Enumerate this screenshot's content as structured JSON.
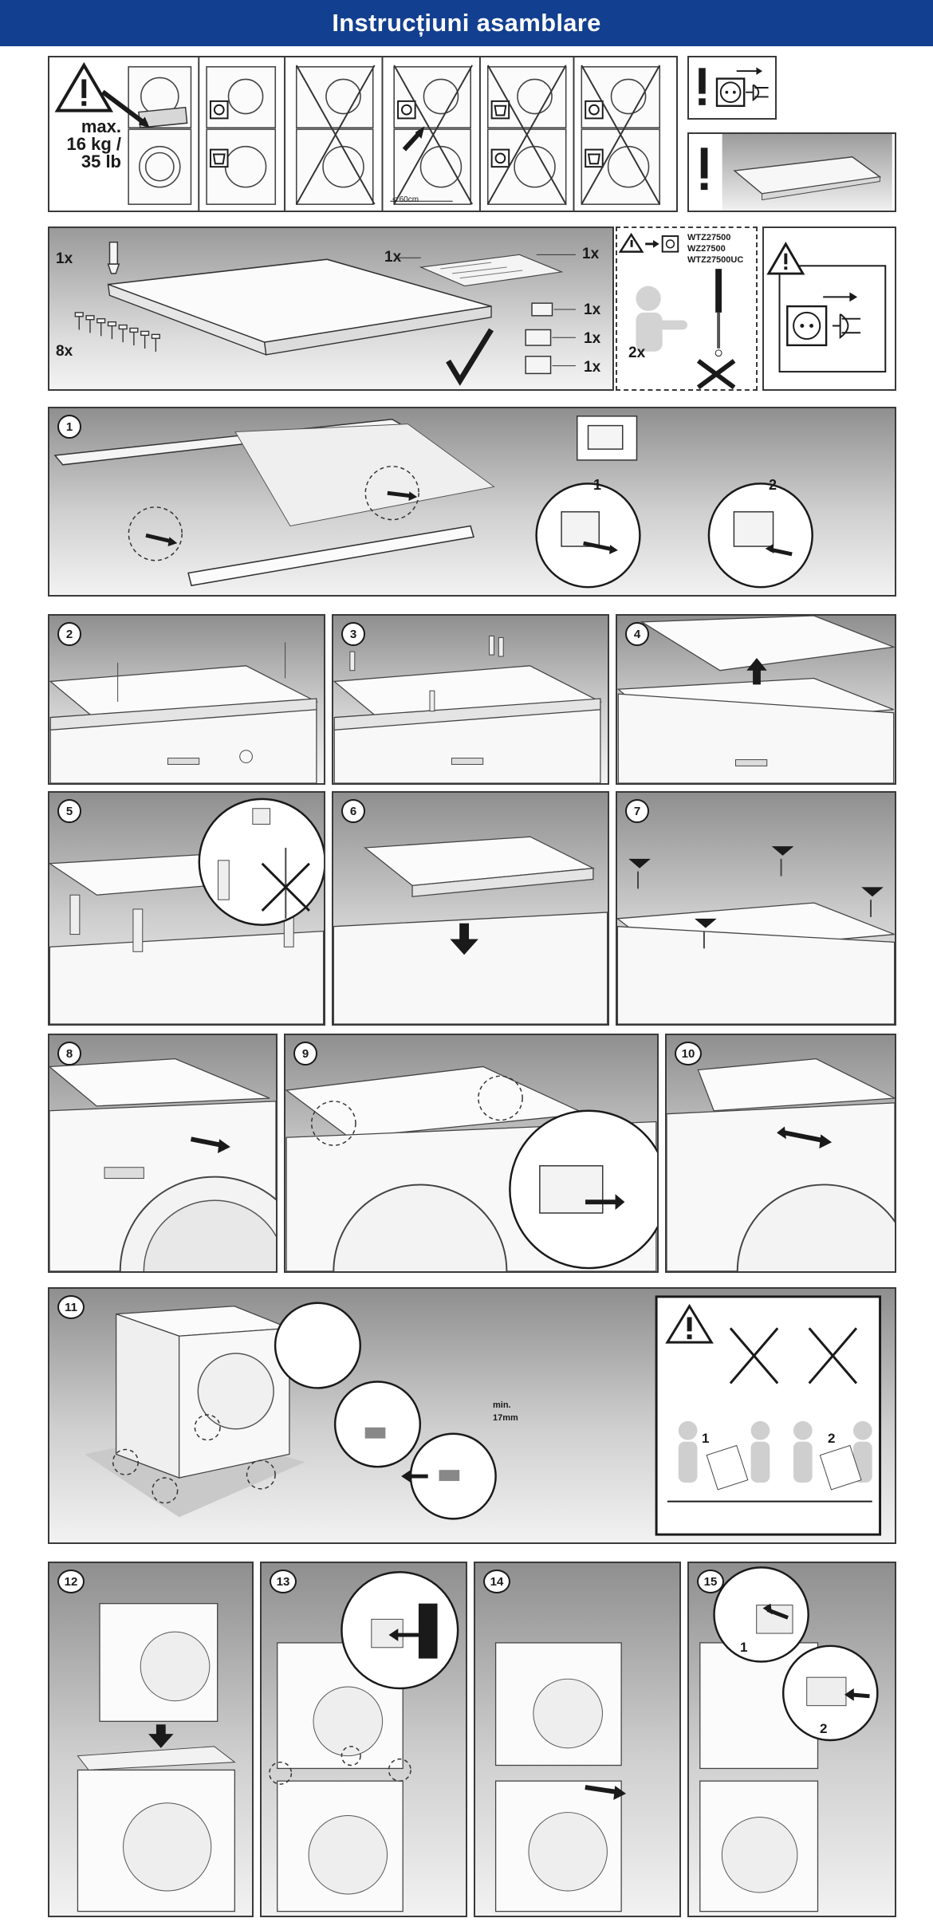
{
  "header": {
    "title": "Instrucțiuni asamblare"
  },
  "top_row": {
    "max_line1": "max.",
    "max_line2": "16 kg /",
    "max_line3": "35 lb",
    "distance": "< 60cm"
  },
  "parts": {
    "qty_pin": "1x",
    "qty_screws": "8x",
    "qty_frame": "1x",
    "qty_doc": "1x",
    "qty_clip1": "1x",
    "qty_clip2": "1x",
    "qty_clip3": "1x",
    "models": [
      "WTZ27500",
      "WZ27500",
      "WTZ27500UC"
    ],
    "qty_persons": "2x"
  },
  "steps": {
    "s1": "1",
    "s1_sub1": "1",
    "s1_sub2": "2",
    "s2": "2",
    "s3": "3",
    "s4": "4",
    "s5": "5",
    "s6": "6",
    "s7": "7",
    "s8": "8",
    "s9": "9",
    "s10": "10",
    "s11": "11",
    "s11_min": "min.",
    "s11_mm": "17mm",
    "s11_warn1": "1",
    "s11_warn2": "2",
    "s12": "12",
    "s13": "13",
    "s14": "14",
    "s15": "15",
    "s15_sub1": "1",
    "s15_sub2": "2"
  },
  "icons": [
    "warning-triangle-icon",
    "exclamation-icon",
    "plug-socket-icon",
    "checkmark-icon",
    "cross-icon",
    "screwdriver-icon",
    "arrow-icon"
  ],
  "colors": {
    "header_bg": "#123f8f",
    "header_text": "#ffffff",
    "panel_dark": "#8f8f8f",
    "panel_light": "#f2f2f2"
  }
}
